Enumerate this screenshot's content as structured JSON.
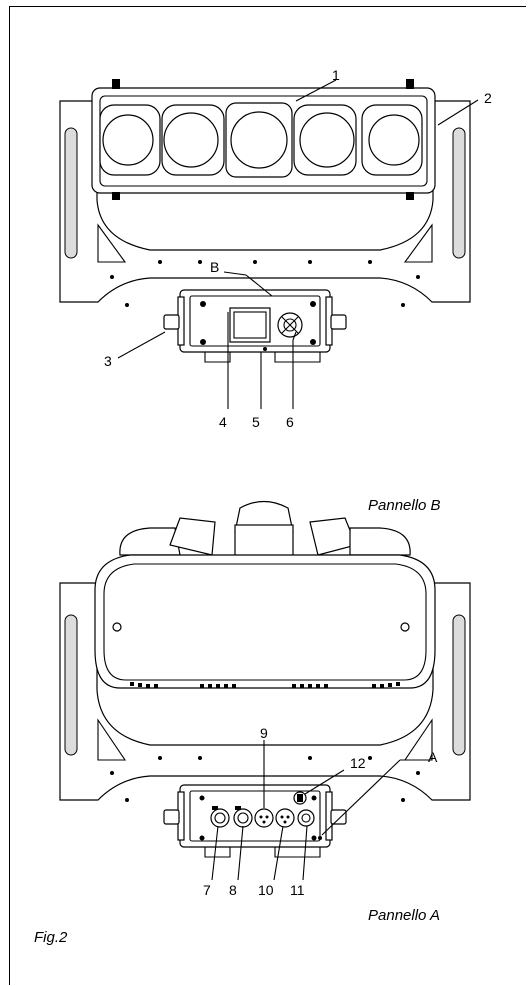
{
  "labels": {
    "l1": "1",
    "l2": "2",
    "l3": "3",
    "l4": "4",
    "l5": "5",
    "l6": "6",
    "lB": "B",
    "l7": "7",
    "l8": "8",
    "l9": "9",
    "l10": "10",
    "l11": "11",
    "l12": "12",
    "lA": "A"
  },
  "captions": {
    "panel_b": "Pannello B",
    "panel_a": "Pannello A",
    "figure": "Fig.2"
  }
}
